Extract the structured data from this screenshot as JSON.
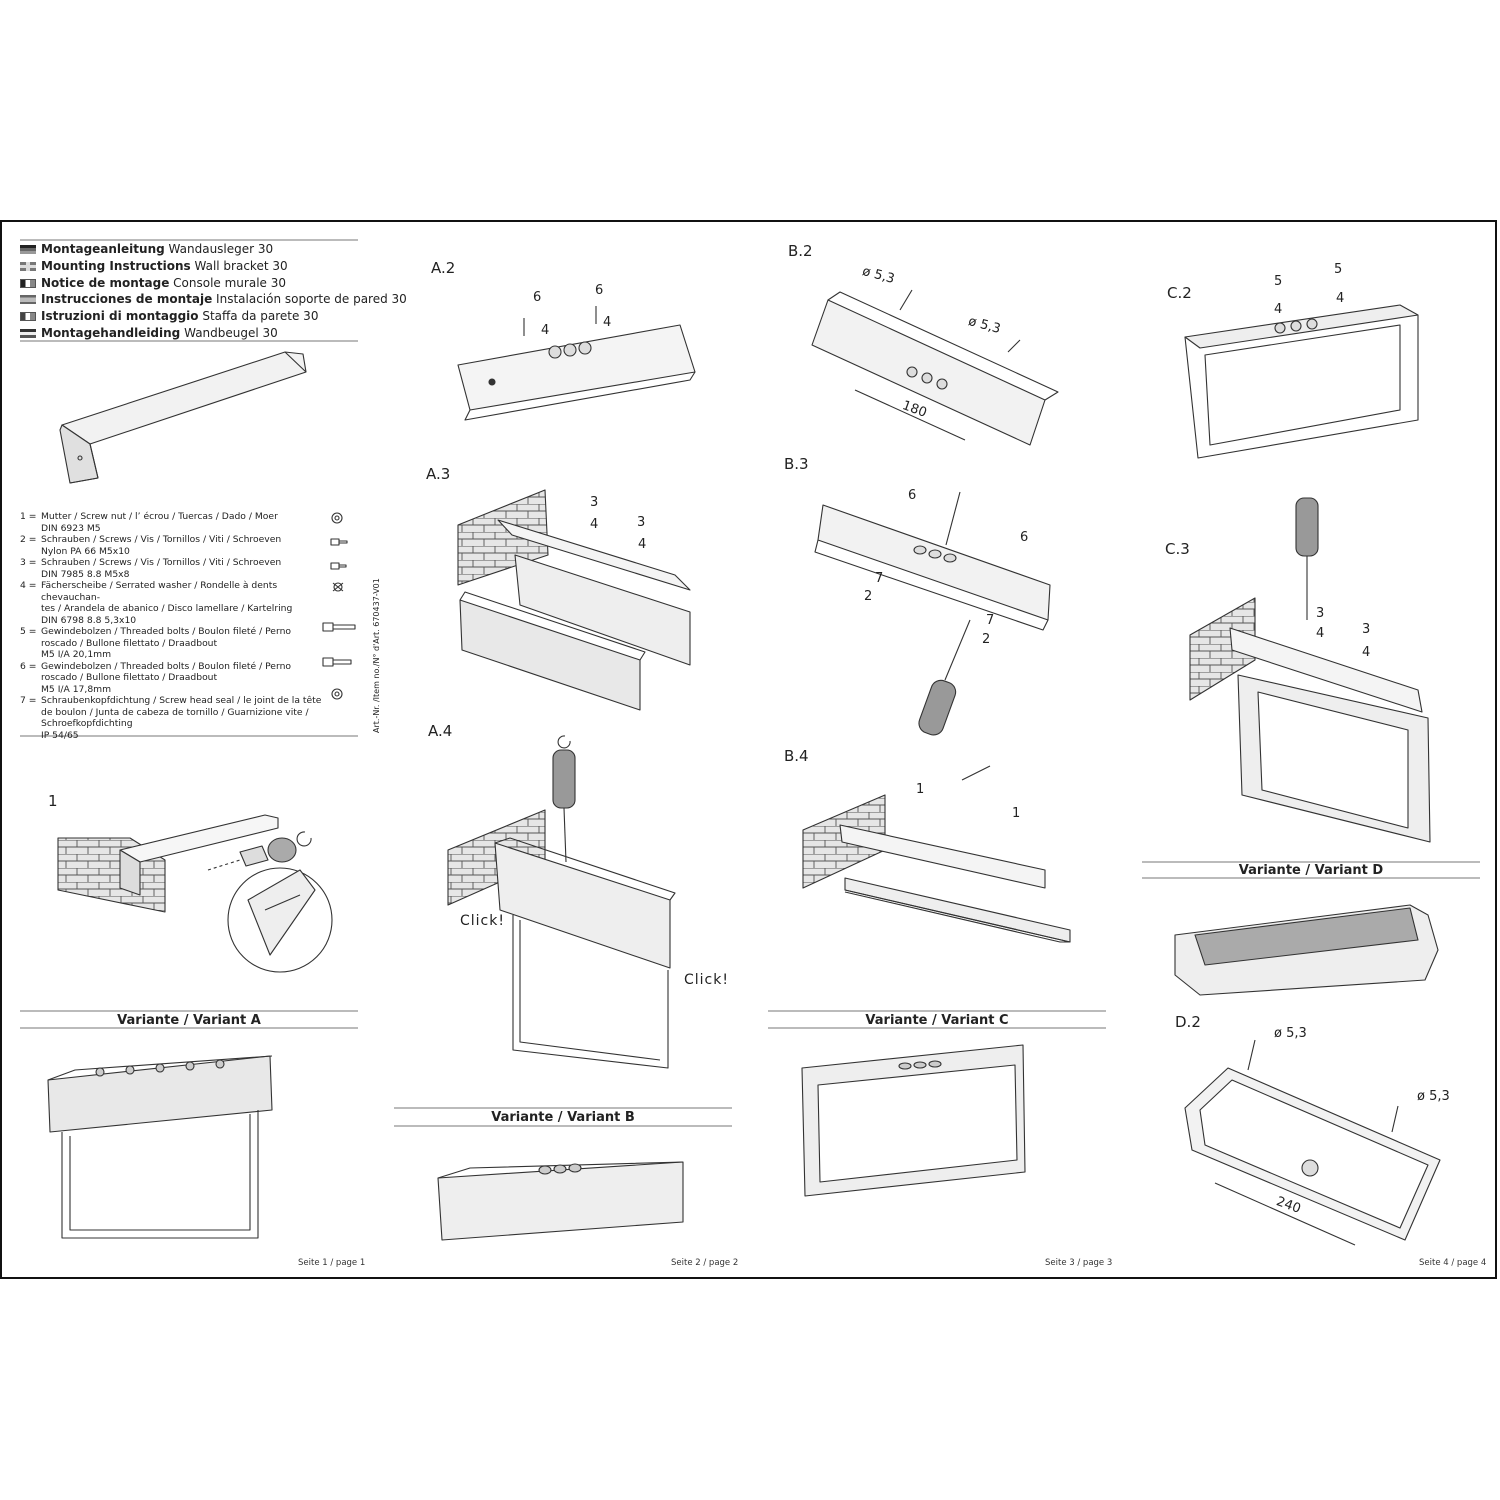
{
  "header": {
    "titles": [
      {
        "bold": "Montageanleitung",
        "rest": "Wandausleger 30",
        "flag": "de"
      },
      {
        "bold": "Mounting Instructions",
        "rest": "Wall bracket 30",
        "flag": "en"
      },
      {
        "bold": "Notice de montage",
        "rest": "Console murale 30",
        "flag": "fr"
      },
      {
        "bold": "Instrucciones de montaje",
        "rest": "Instalación soporte de pared 30",
        "flag": "es"
      },
      {
        "bold": "Istruzioni di montaggio",
        "rest": "Staffa da parete 30",
        "flag": "it"
      },
      {
        "bold": "Montagehandleiding",
        "rest": "Wandbeugel 30",
        "flag": "nl"
      }
    ]
  },
  "parts": [
    {
      "n": "1 =",
      "lines": [
        "Mutter / Screw nut / l’ écrou / Tuercas / Dado / Moer",
        "DIN 6923 M5"
      ]
    },
    {
      "n": "2 =",
      "lines": [
        "Schrauben / Screws / Vis / Tornillos / Viti / Schroeven",
        "Nylon PA 66 M5x10"
      ]
    },
    {
      "n": "3 =",
      "lines": [
        "Schrauben / Screws / Vis / Tornillos / Viti / Schroeven",
        "DIN 7985 8.8 M5x8"
      ]
    },
    {
      "n": "4 =",
      "lines": [
        "Fächerscheibe / Serrated washer / Rondelle à dents chevauchan-",
        "tes / Arandela de abanico / Disco lamellare / Kartelring",
        "DIN 6798 8.8 5,3x10"
      ]
    },
    {
      "n": "5 =",
      "lines": [
        "Gewindebolzen / Threaded bolts / Boulon fileté / Perno",
        "roscado / Bullone filettato / Draadbout",
        "M5 I/A 20,1mm"
      ]
    },
    {
      "n": "6 =",
      "lines": [
        "Gewindebolzen / Threaded bolts / Boulon fileté / Perno",
        "roscado / Bullone filettato / Draadbout",
        "M5 I/A 17,8mm"
      ]
    },
    {
      "n": "7 =",
      "lines": [
        "Schraubenkopfdichtung / Screw head seal / le joint de la tête",
        "de boulon / Junta de cabeza de tornillo / Guarnizione vite /",
        "Schroefkopfdichting",
        "IP 54/65"
      ]
    }
  ],
  "art_no": "Art.-Nr. /Item no./N° d'Art. 670437-V01",
  "steps": {
    "s1": "1",
    "a2": "A.2",
    "a3": "A.3",
    "a4": "A.4",
    "b2": "B.2",
    "b3": "B.3",
    "b4": "B.4",
    "c2": "C.2",
    "c3": "C.3",
    "d2": "D.2"
  },
  "callouts": {
    "a2_6a": "6",
    "a2_6b": "6",
    "a2_4a": "4",
    "a2_4b": "4",
    "a3_3a": "3",
    "a3_4a": "4",
    "a3_3b": "3",
    "a3_4b": "4",
    "b2_d1": "ø 5,3",
    "b2_d2": "ø 5,3",
    "b2_dim": "180",
    "b3_6a": "6",
    "b3_6b": "6",
    "b3_7a": "7",
    "b3_2a": "2",
    "b3_7b": "7",
    "b3_2b": "2",
    "b4_1a": "1",
    "b4_1b": "1",
    "c2_5a": "5",
    "c2_5b": "5",
    "c2_4a": "4",
    "c2_4b": "4",
    "c3_3a": "3",
    "c3_4a": "4",
    "c3_3b": "3",
    "c3_4b": "4",
    "d2_d1": "ø 5,3",
    "d2_d2": "ø 5,3",
    "d2_dim": "240"
  },
  "click_labels": [
    "Click!",
    "Click!"
  ],
  "variants": {
    "a": "Variante / Variant A",
    "b": "Variante / Variant B",
    "c": "Variante / Variant C",
    "d": "Variante / Variant D"
  },
  "pages": {
    "p1": "Seite 1 / page 1",
    "p2": "Seite 2 / page 2",
    "p3": "Seite 3 / page 3",
    "p4": "Seite 4 / page 4"
  }
}
